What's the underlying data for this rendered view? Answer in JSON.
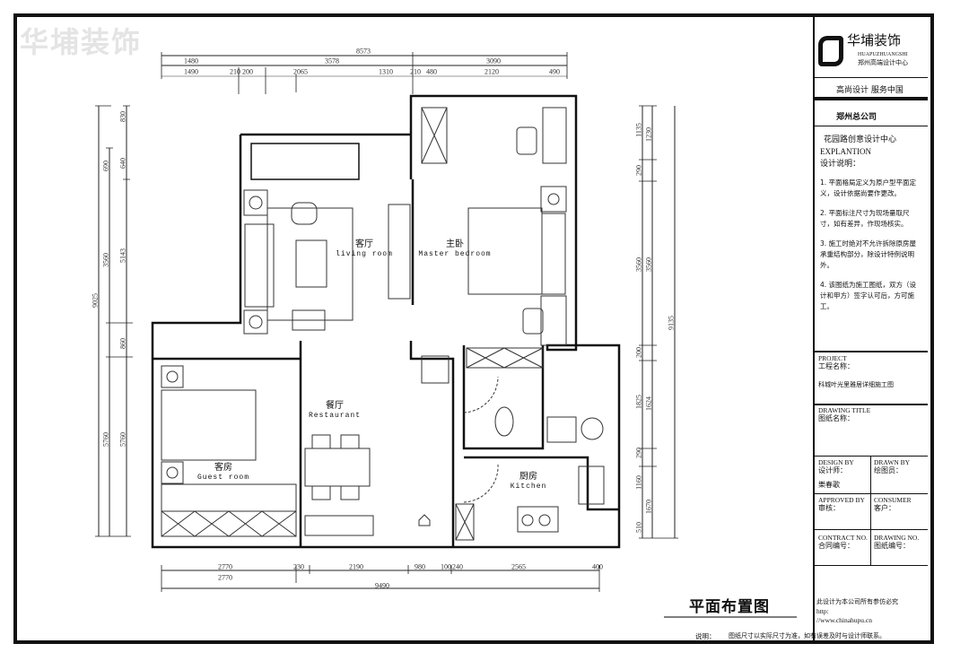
{
  "watermark": "华埔装饰",
  "title_block": {
    "company_cn": "华埔装饰",
    "company_pinyin": "HUAPUZHUANGSHI",
    "company_sub": "郑州高端设计中心",
    "slogan": "高尚设计 服务中国",
    "office": "郑州总公司",
    "center": "花园路创意设计中心",
    "explanation_en": "EXPLANTION",
    "explanation_cn": "设计说明：",
    "notes": [
      "1. 平面格局定义为原户型平面定义，设计依据尚要作更改。",
      "2. 平面标注尺寸为现场量取尺寸，如有差异，作现场核实。",
      "3. 施工时绝对不允许拆除原房屋承重结构部分，除设计特例说明外。",
      "4. 该图纸为施工图纸，双方（设计和甲方）签字认可后，方可施工。"
    ],
    "project_en": "PROJECT",
    "project_cn": "工程名称：",
    "project_name": "科城叶光里雅居详细施工图",
    "drawing_title_en": "DRAWING TITLE",
    "drawing_title_cn": "图纸名称：",
    "design_by_en": "DESIGN BY",
    "design_by_cn": "设计师：",
    "designer": "樂春歌",
    "drawn_by_en": "DRAWN BY",
    "drawn_by_cn": "绘图员：",
    "approved_by_en": "APPROVED BY",
    "approved_by_cn": "审核：",
    "consumer_en": "CONSUMER",
    "consumer_cn": "客户：",
    "contract_no_en": "CONTRACT NO.",
    "contract_no_cn": "合同编号：",
    "drawing_no_en": "DRAWING NO.",
    "drawing_no_cn": "图纸编号：",
    "copyright": "此设计为本公司所有参仿必究",
    "http": "http:",
    "url": "//www.chinahupu.cn"
  },
  "plan": {
    "title": "平面布置图",
    "footnote_label": "说明：",
    "footnote_text": "图纸尺寸以实际尺寸为准，如有误差及时与设计师联系。",
    "rooms": {
      "living_cn": "客厅",
      "living_en": "living room",
      "master_cn": "主卧",
      "master_en": "Master bedroom",
      "dining_cn": "餐厅",
      "dining_en": "Restaurant",
      "guest_cn": "客房",
      "guest_en": "Guest room",
      "kitchen_cn": "厨房",
      "kitchen_en": "Kitchen"
    }
  },
  "dimensions": {
    "top_total": "8573",
    "top_row1": [
      "1480",
      "3578",
      "3090"
    ],
    "top_row2": [
      "1490",
      "210",
      "200",
      "2065",
      "1310",
      "210",
      "480",
      "2120",
      "490"
    ],
    "bottom_row1": [
      "2770",
      "230",
      "2190",
      "980",
      "100",
      "240",
      "2565",
      "400"
    ],
    "bottom_row2": [
      "2770"
    ],
    "bottom_total": "9490",
    "left_total": "9025",
    "left_col1": [
      "690",
      "3560",
      "5760"
    ],
    "left_col2": [
      "830",
      "640",
      "5143",
      "860",
      "5760"
    ],
    "right_col1": [
      "1135",
      "290",
      "3560",
      "200",
      "1825",
      "290",
      "1160",
      "510"
    ],
    "right_col2": [
      "1230",
      "3560",
      "1624",
      "1670"
    ],
    "right_total": "9135"
  }
}
